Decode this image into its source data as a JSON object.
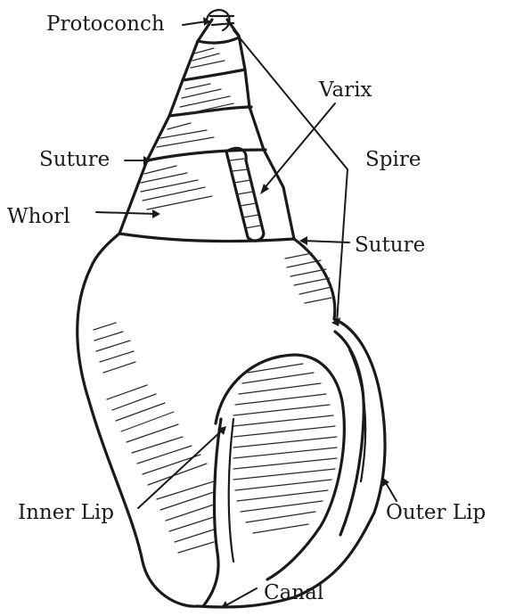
{
  "labels": {
    "protoconch": "Protoconch",
    "varix": "Varix",
    "suture_left": "Suture",
    "spire": "Spire",
    "whorl": "Whorl",
    "suture_right": "Suture",
    "inner_lip": "Inner Lip",
    "outer_lip": "Outer Lip",
    "canal": "Canal"
  }
}
